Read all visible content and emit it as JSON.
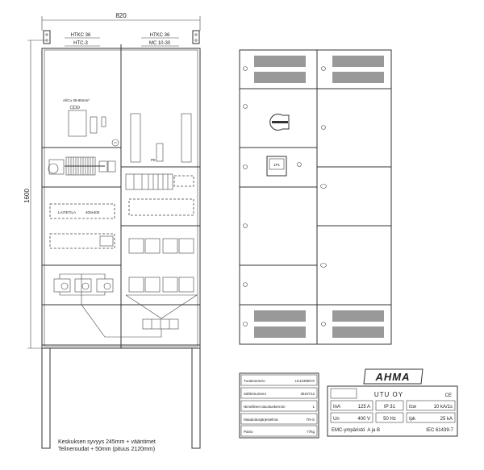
{
  "drawing": {
    "width_dim": "820",
    "height_dim": "1600",
    "header_left": {
      "top": "HTKC 36",
      "bottom": "HTC-3"
    },
    "header_right": {
      "top": "HTKC 36",
      "bottom": "MC 10-30"
    },
    "cable_note": "Al/Cu 35-95mm²",
    "pe_label": "PE",
    "equipment_space": "LAITETILA",
    "equipment_size": "400x400",
    "depth_note_1": "Keskuksen syvyys 245mm + vääntimet",
    "depth_note_2": "Telineroudat + 50mm (pituus 2120mm)"
  },
  "front_view": {
    "meter_label": "1P1"
  },
  "spec_table": {
    "rows": [
      {
        "label": "Tuotenumero",
        "value": "LK1230BVX"
      },
      {
        "label": "Sähkönumero",
        "value": "3510713"
      },
      {
        "label": "Nimellinen tasoituskerroin",
        "value": "1"
      },
      {
        "label": "Maadoitusjärjestelmä",
        "value": "TN-S"
      },
      {
        "label": "Paino",
        "value": "77kg"
      }
    ]
  },
  "nameplate": {
    "brand": "AHMA",
    "company": "UTU OY",
    "marks": "CE",
    "ina_label": "InA",
    "ina_value": "125 A",
    "ip": "IP 31",
    "icw_label": "Icw",
    "icw_value": "10 kA/1s",
    "un_label": "Un",
    "un_value": "400 V",
    "freq": "50 Hz",
    "ipk_label": "Ipk",
    "ipk_value": "25 kA",
    "emc": "EMC-ympäristö  A ja B",
    "standard": "IEC 61439-7"
  }
}
